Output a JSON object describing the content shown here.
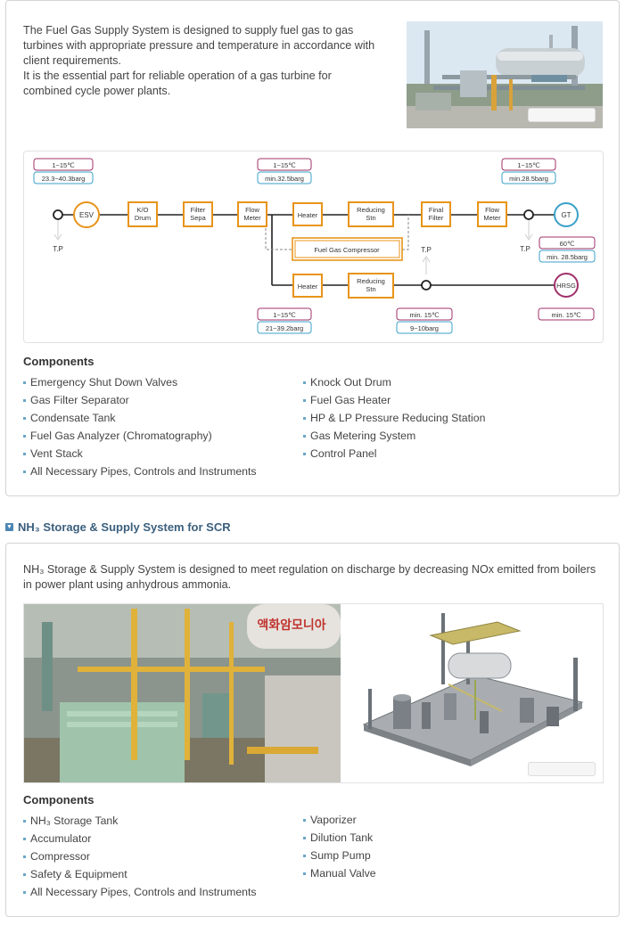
{
  "fgss": {
    "intro": [
      "The Fuel Gas Supply System is designed to supply fuel gas to gas turbines with appropriate pressure and temperature in accordance with client requirements.",
      "It is the essential part for reliable operation of a gas turbine for combined cycle power plants."
    ],
    "diagram": {
      "esv": "ESV",
      "ko_drum": [
        "K/O",
        "Drum"
      ],
      "filter_sepa": [
        "Filter",
        "Sepa"
      ],
      "flow_meter_1": [
        "Flow",
        "Meter"
      ],
      "heater_1": "Heater",
      "reducing_stn_1": [
        "Reducing",
        "Stn"
      ],
      "final_filter": [
        "Final",
        "Filter"
      ],
      "flow_meter_2": [
        "Flow",
        "Meter"
      ],
      "gt": "GT",
      "compressor": "Fuel Gas Compressor",
      "heater_2": "Heater",
      "reducing_stn_2": [
        "Reducing",
        "Stn"
      ],
      "hrsg": "HRSG",
      "tp": "T.P",
      "tag1_temp": "1~15℃",
      "tag1_press": "23.3~40.3barg",
      "tag2_temp": "1~15℃",
      "tag2_press": "min.32.5barg",
      "tag3_temp": "1~15℃",
      "tag3_press": "min.28.5barg",
      "gt_temp": "60℃",
      "gt_press": "min. 28.5barg",
      "tag4_temp": "1~15℃",
      "tag4_press": "21~39.2barg",
      "tag5_temp": "min. 15℃",
      "tag5_press": "9~10barg",
      "hrsg_temp": "min. 15℃"
    },
    "components_title": "Components",
    "components_left": [
      "Emergency Shut Down Valves",
      "Gas Filter Separator",
      "Condensate Tank",
      "Fuel Gas Analyzer (Chromatography)",
      "Vent Stack",
      "All Necessary Pipes, Controls and Instruments"
    ],
    "components_right": [
      "Knock Out Drum",
      "Fuel Gas Heater",
      "HP & LP Pressure Reducing Station",
      "Gas Metering System",
      "Control Panel"
    ]
  },
  "nh3": {
    "section_title": "NH₃ Storage & Supply System for SCR",
    "intro": "NH₃ Storage & Supply System is designed to meet regulation on discharge by decreasing NOx emitted from boilers in power plant using anhydrous ammonia.",
    "photo_sign": "액화암모니아",
    "components_title": "Components",
    "components_left": [
      "NH₃ Storage Tank",
      "Accumulator",
      "Compressor",
      "Safety & Equipment",
      "All Necessary Pipes, Controls and Instruments"
    ],
    "components_right": [
      "Vaporizer",
      "Dilution Tank",
      "Sump Pump",
      "Manual Valve"
    ]
  },
  "colors": {
    "orange": "#e8941a",
    "teal": "#3aa0c8",
    "magenta": "#a0306a",
    "bullet": "#6aa6c7",
    "section_blue": "#3b5f7d"
  }
}
